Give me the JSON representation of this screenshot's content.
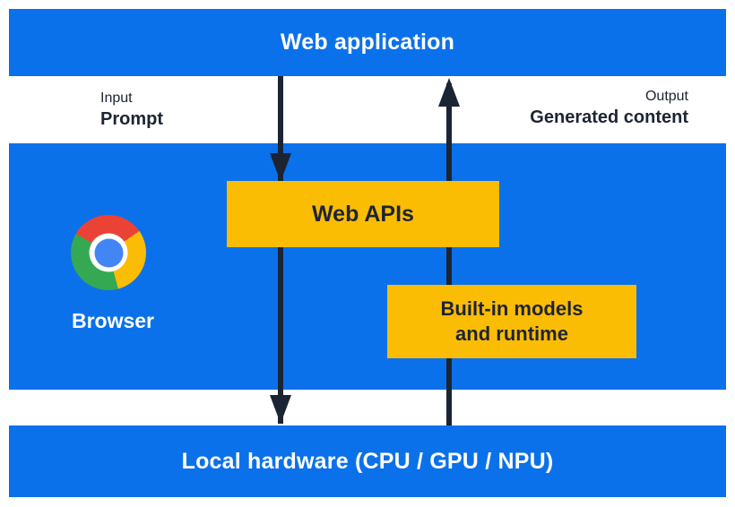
{
  "colors": {
    "band_blue": "#0b71ea",
    "box_yellow": "#fbbc04",
    "arrow_navy": "#1b2433",
    "chrome_red": "#ea4335",
    "chrome_yellow": "#fbbc05",
    "chrome_green": "#34a853",
    "chrome_center_blue": "#4285f4"
  },
  "layers": {
    "web_application": {
      "label": "Web application"
    },
    "browser": {
      "label": "Browser",
      "icon": "chrome-icon",
      "web_apis_box": {
        "label": "Web APIs"
      },
      "builtin_box": {
        "line1": "Built-in models",
        "line2": "and runtime"
      }
    },
    "local_hardware": {
      "label": "Local hardware (CPU / GPU / NPU)"
    }
  },
  "flow_labels": {
    "input": {
      "caption": "Input",
      "label": "Prompt"
    },
    "output": {
      "caption": "Output",
      "label": "Generated content"
    }
  },
  "arrows": [
    {
      "name": "downward-flow-arrow",
      "direction": "down"
    },
    {
      "name": "upward-flow-arrow",
      "direction": "up"
    }
  ]
}
